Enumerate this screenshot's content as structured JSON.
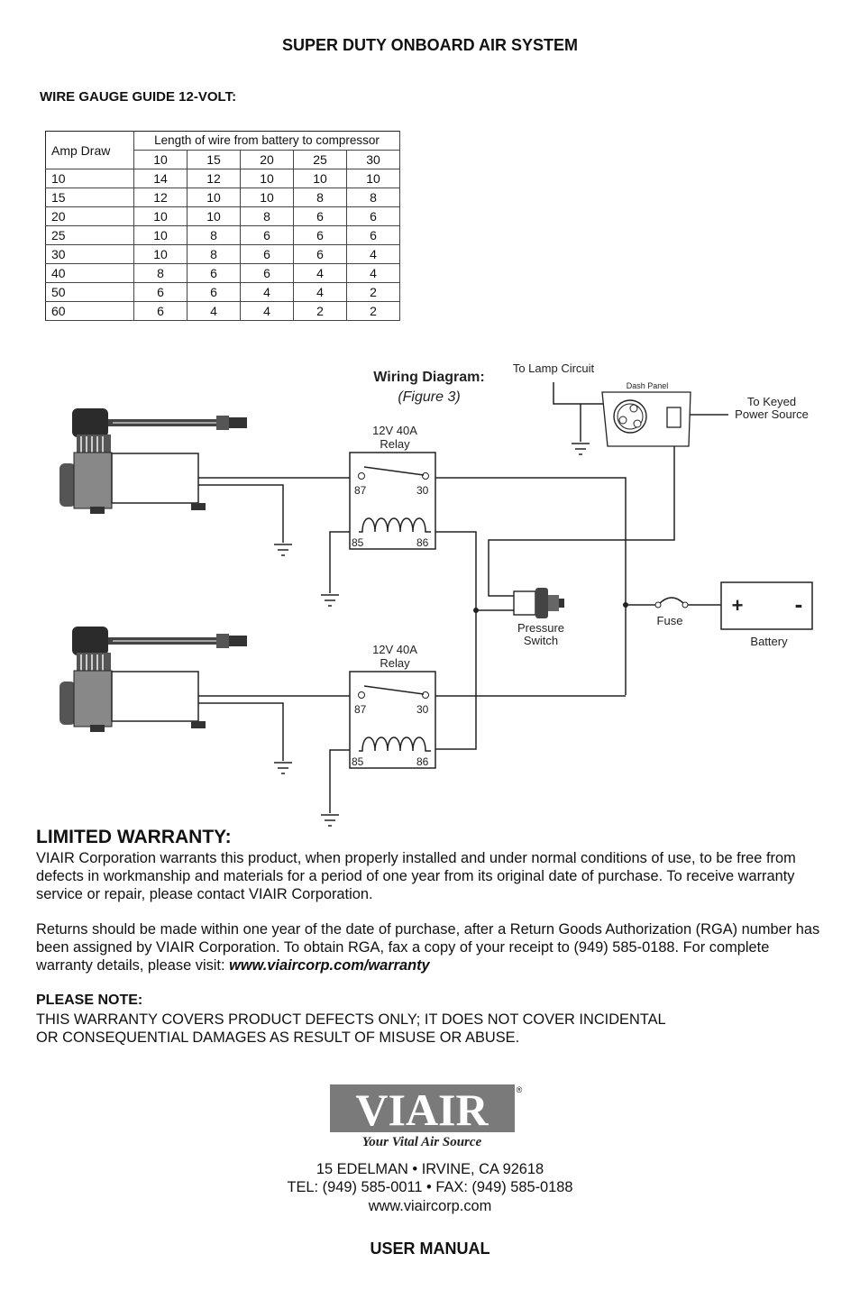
{
  "header": {
    "title": "SUPER DUTY ONBOARD AIR SYSTEM"
  },
  "gauge_guide": {
    "title": "WIRE GAUGE GUIDE 12-VOLT:",
    "amp_header": "Amp Draw",
    "length_header": "Length of wire from battery to compressor",
    "lengths": [
      "10",
      "15",
      "20",
      "25",
      "30"
    ],
    "rows": [
      {
        "amp": "10",
        "gauges": [
          "14",
          "12",
          "10",
          "10",
          "10"
        ]
      },
      {
        "amp": "15",
        "gauges": [
          "12",
          "10",
          "10",
          "8",
          "8"
        ]
      },
      {
        "amp": "20",
        "gauges": [
          "10",
          "10",
          "8",
          "6",
          "6"
        ]
      },
      {
        "amp": "25",
        "gauges": [
          "10",
          "8",
          "6",
          "6",
          "6"
        ]
      },
      {
        "amp": "30",
        "gauges": [
          "10",
          "8",
          "6",
          "6",
          "4"
        ]
      },
      {
        "amp": "40",
        "gauges": [
          "8",
          "6",
          "6",
          "4",
          "4"
        ]
      },
      {
        "amp": "50",
        "gauges": [
          "6",
          "6",
          "4",
          "4",
          "2"
        ]
      },
      {
        "amp": "60",
        "gauges": [
          "6",
          "4",
          "4",
          "2",
          "2"
        ]
      }
    ]
  },
  "diagram": {
    "title": "Wiring Diagram:",
    "figure": "(Figure 3)",
    "lamp_label": "To Lamp Circuit",
    "dash_label": "Dash Panel",
    "keyed_label_1": "To Keyed",
    "keyed_label_2": "Power Source",
    "relay_rating": "12V  40A",
    "relay_label": "Relay",
    "pin_87": "87",
    "pin_30": "30",
    "pin_85": "85",
    "pin_86": "86",
    "pressure_label_1": "Pressure",
    "pressure_label_2": "Switch",
    "fuse_label": "Fuse",
    "battery_label": "Battery",
    "battery_plus": "+",
    "battery_minus": "-"
  },
  "warranty": {
    "heading": "LIMITED WARRANTY:",
    "para1": "VIAIR Corporation warrants this product, when properly installed and under normal conditions of use, to be free from defects in workmanship and materials for a period of one year from its original date of purchase. To receive warranty service or repair, please contact VIAIR Corporation.",
    "para2": "Returns should be made within one year of the date of purchase, after a Return Goods Authorization (RGA) number has been assigned by VIAIR Corporation.  To obtain RGA, fax a copy of your receipt to (949) 585-0188. For complete warranty details, please visit:",
    "link": "www.viaircorp.com/warranty",
    "note_heading": "PLEASE NOTE:",
    "note_line1": "THIS WARRANTY COVERS PRODUCT DEFECTS ONLY; IT DOES NOT COVER INCIDENTAL",
    "note_line2": "OR CONSEQUENTIAL DAMAGES AS RESULT OF MISUSE OR ABUSE."
  },
  "logo": {
    "text": "VIAIR",
    "tagline": "Your Vital Air Source",
    "reg": "®"
  },
  "contact": {
    "address": "15 EDELMAN • IRVINE, CA 92618",
    "phone": "TEL: (949) 585-0011 • FAX: (949) 585-0188",
    "web": "www.viaircorp.com"
  },
  "footer": {
    "label": "USER MANUAL"
  },
  "colors": {
    "text": "#111111",
    "logo_gray": "#7a7a7a",
    "compressor_dark": "#2b2b2b"
  }
}
